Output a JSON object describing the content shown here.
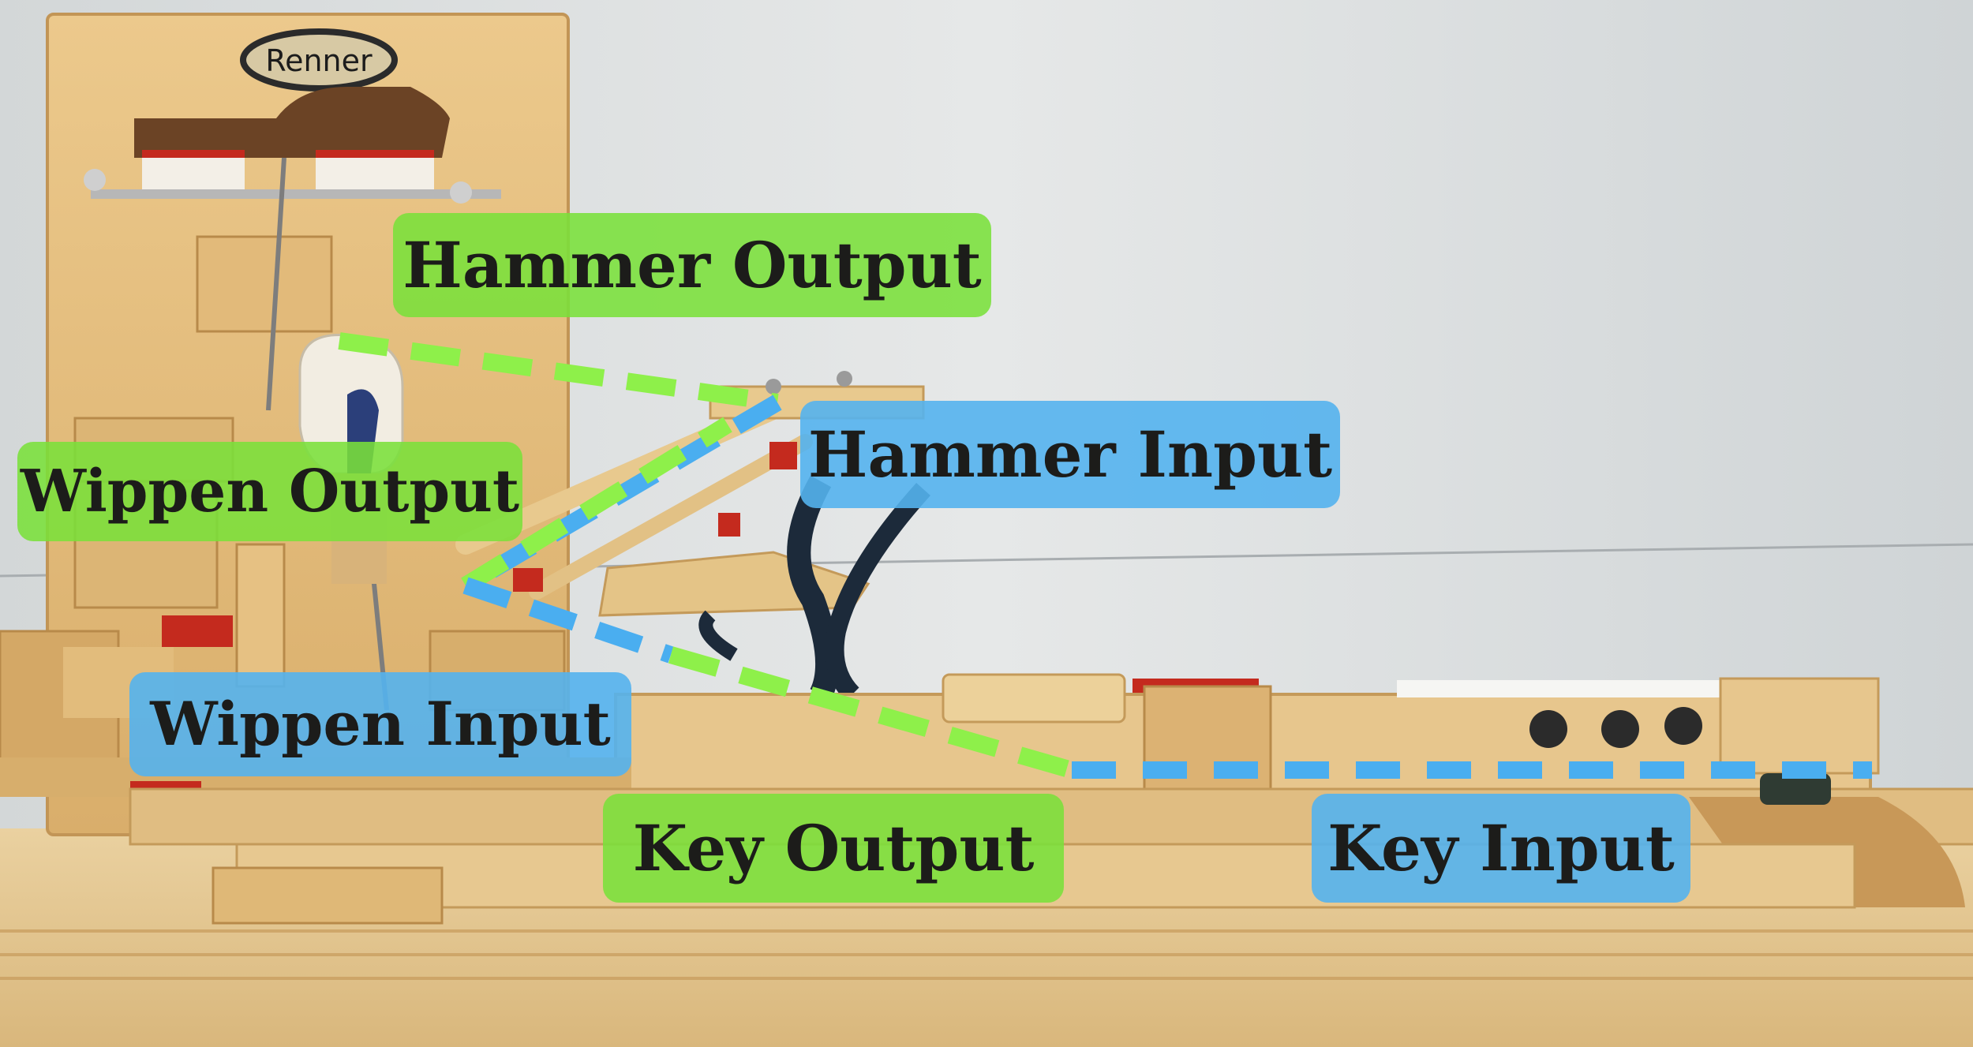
{
  "logo": {
    "text": "Renner"
  },
  "labels": {
    "hammer_output": "Hammer Output",
    "hammer_input": "Hammer Input",
    "wippen_output": "Wippen Output",
    "wippen_input": "Wippen Input",
    "key_output": "Key Output",
    "key_input": "Key Input"
  },
  "colors": {
    "output_green": "#7ae03a",
    "input_blue": "#54b2ee",
    "dash_green": "#8ef04a",
    "dash_blue": "#4aaef0"
  }
}
